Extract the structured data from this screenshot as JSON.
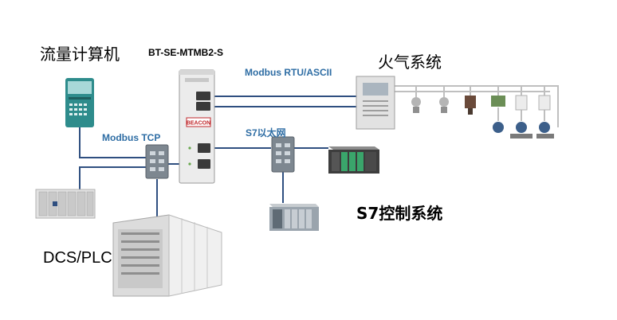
{
  "labels": {
    "flow_computer": "流量计算机",
    "device_model": "BT-SE-MTMB2-S",
    "fire_gas_system": "火气系统",
    "modbus_rtu_ascii": "Modbus RTU/ASCII",
    "modbus_tcp": "Modbus TCP",
    "s7_ethernet": "S7以太网",
    "s7_control_system": "S7控制系统",
    "dcs_plc": "DCS/PLC"
  },
  "device_brand": "BEACON",
  "colors": {
    "link_line": "#2f4f80",
    "label_blue": "#2e6da4",
    "device_bg": "#f2f2f2",
    "brand_red": "#c0282c",
    "plc_green": "#3aa56b"
  }
}
